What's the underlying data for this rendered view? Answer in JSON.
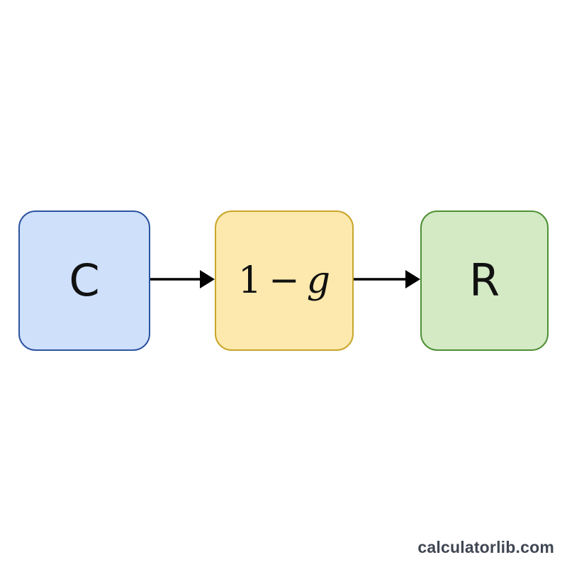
{
  "diagram": {
    "nodes": [
      {
        "id": "c",
        "label": "C",
        "fill": "#cfe0fb",
        "border": "#2d54a0"
      },
      {
        "id": "g",
        "label_number": "1",
        "label_operator": "−",
        "label_variable": "g",
        "fill": "#fde9ad",
        "border": "#c9a52a"
      },
      {
        "id": "r",
        "label": "R",
        "fill": "#d3eac5",
        "border": "#4f8f34"
      }
    ],
    "edges": [
      {
        "from": "c",
        "to": "g"
      },
      {
        "from": "g",
        "to": "r"
      }
    ],
    "arrow_color": "#000000"
  },
  "watermark": "calculatorlib.com"
}
